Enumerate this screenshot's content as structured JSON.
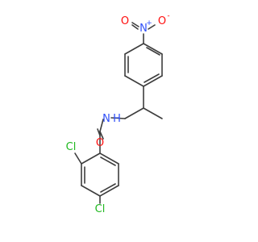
{
  "molecule": {
    "labels": {
      "nitro_n": "N",
      "nitro_n_charge": "+",
      "nitro_o_left": "O",
      "nitro_o_right": "O",
      "nitro_o_right_charge": "-",
      "amide_n": "N",
      "amide_h": "H",
      "carbonyl_o": "O",
      "cl_ortho": "Cl",
      "cl_para": "Cl"
    },
    "colors": {
      "bond": "#3d3d3d",
      "nitrogen": "#3050f8",
      "oxygen": "#ff0d0d",
      "chlorine": "#1fb81f"
    }
  }
}
